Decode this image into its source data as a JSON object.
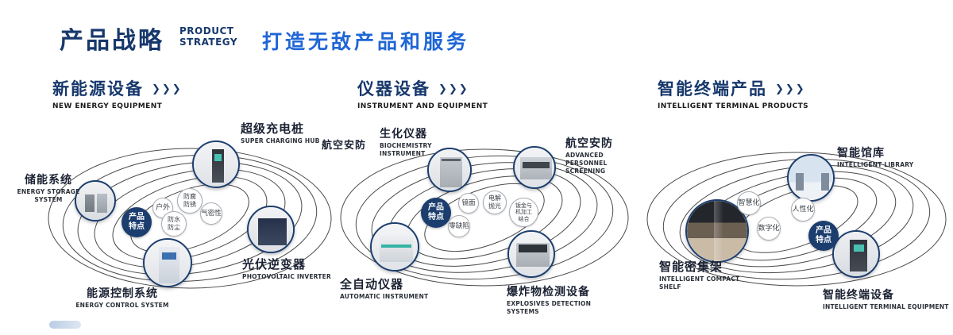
{
  "header": {
    "title": "产品战略",
    "subtitle_line1": "PRODUCT",
    "subtitle_line2": "STRATEGY",
    "tagline": "打造无敌产品和服务",
    "arrows": "❯❯❯"
  },
  "colors": {
    "navy": "#17386c",
    "blue": "#1f66d6",
    "orbit_line": "#4a4a4a"
  },
  "sections": [
    {
      "title": "新能源设备",
      "title_en": "NEW ENERGY EQUIPMENT",
      "feature_label": "产品特点",
      "features": [
        "户外",
        "防腐防锈",
        "气密性",
        "防水防尘"
      ],
      "products": [
        {
          "zh": "储能系统",
          "en": "ENERGY STORAGE SYSTEM"
        },
        {
          "zh": "超级充电桩",
          "en": "SUPER CHARGING HUB"
        },
        {
          "zh": "光伏逆变器",
          "en": "PHOTOVOLTAIC INVERTER"
        },
        {
          "zh": "能源控制系统",
          "en": "ENERGY CONTROL SYSTEM"
        }
      ]
    },
    {
      "title": "仪器设备",
      "title_en": "INSTRUMENT AND EQUIPMENT",
      "side_label": "航空安防",
      "feature_label": "产品特点",
      "features": [
        "镜面",
        "电解抛光",
        "钣金与机加工结合",
        "零缺陷"
      ],
      "products": [
        {
          "zh": "生化仪器",
          "en": "BIOCHEMISTRY INSTRUMENT"
        },
        {
          "zh": "航空安防",
          "en": "ADVANCED PERSONNEL SCREENING"
        },
        {
          "zh": "全自动仪器",
          "en": "AUTOMATIC INSTRUMENT"
        },
        {
          "zh": "爆炸物检测设备",
          "en": "EXPLOSIVES DETECTION SYSTEMS"
        }
      ]
    },
    {
      "title": "智能终端产品",
      "title_en": "INTELLIGENT TERMINAL PRODUCTS",
      "feature_label": "产品特点",
      "features": [
        "智慧化",
        "人性化",
        "数字化"
      ],
      "products": [
        {
          "zh": "智能馆库",
          "en": "INTELLIGENT LIBRARY"
        },
        {
          "zh": "智能密集架",
          "en": "INTELLIGENT COMPACT SHELF"
        },
        {
          "zh": "智能终端设备",
          "en": "INTELLIGENT TERMINAL EQUIPMENT"
        }
      ]
    }
  ]
}
